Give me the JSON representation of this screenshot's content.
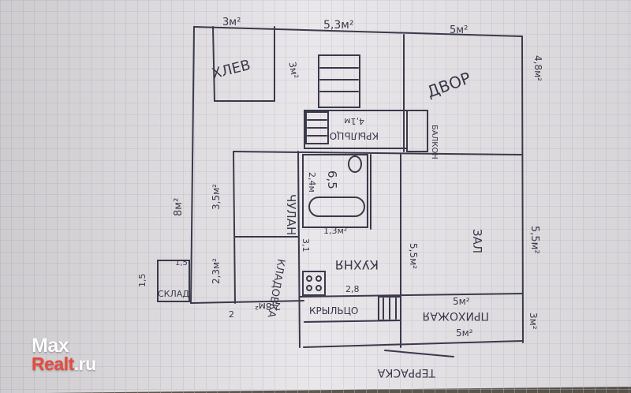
{
  "watermark": {
    "line1": "Max",
    "line2": "Realt.ru",
    "color_max": "#ffffff",
    "color_realt": "#e84a3c"
  },
  "sketch": {
    "ink_color": "#3a3a4a",
    "paper_color": "#e9e7ea",
    "rooms": {
      "hlev": "ХЛЕВ",
      "dvor": "ДВОР",
      "chulan": "ЧУЛАН",
      "kladovka": "КЛАДОВКА",
      "kuhnya": "КУХНЯ",
      "zal": "ЗАЛ",
      "prihozhaya": "ПРИХОЖАЯ",
      "kryltso_top": "КРЫЛЬЦО",
      "kryltso_bottom": "КРЫЛЬЦО",
      "balkon": "БАЛКОН",
      "sklad": "СКЛАД",
      "terraska": "ТЕРРАСКА"
    },
    "dimensions": {
      "top_left": "3м²",
      "top_mid": "5,3м²",
      "top_right": "5м²",
      "hlev_side": "3м²",
      "dvor_side": "4,8м²",
      "left_wall": "8м²",
      "chulan_side": "3,5м²",
      "kladovka_side": "2,3м²",
      "kladovka_bottom": "2,8м²",
      "kryltso_len": "4,1м",
      "bath_side": "2,4м",
      "bath_area": "6,5",
      "bath_bottom": "1,3м²",
      "kitchen_side": "3,1",
      "kitchen_right": "5,5м²",
      "kitchen_bottom": "2,8",
      "zal_side": "5,5м²",
      "prih_top": "5м²",
      "prih_bottom": "5м²",
      "prih_side": "3м²",
      "sklad_side": "1,5",
      "sklad_top": "1,5",
      "small_left": "2"
    }
  }
}
